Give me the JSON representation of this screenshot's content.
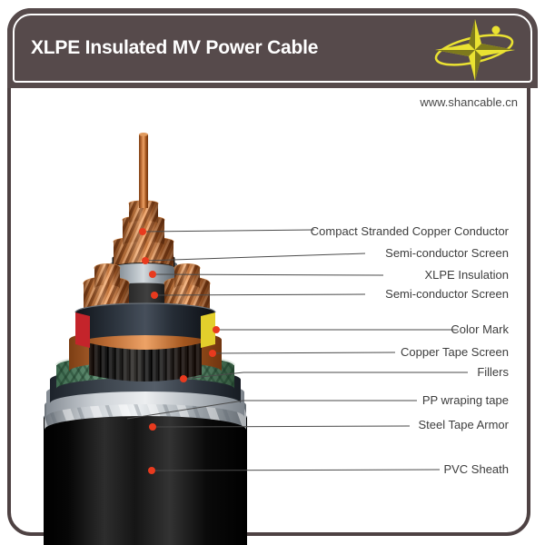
{
  "header": {
    "title": "XLPE Insulated MV Power Cable",
    "logo_icon": "compass-star-logo"
  },
  "site": {
    "url": "www.shancable.cn"
  },
  "cable_labels": [
    {
      "text": "Compact Stranded Copper Conductor"
    },
    {
      "text": "Semi-conductor Screen"
    },
    {
      "text": "XLPE Insulation"
    },
    {
      "text": "Semi-conductor Screen"
    },
    {
      "text": "Color Mark"
    },
    {
      "text": "Copper Tape Screen"
    },
    {
      "text": "Fillers"
    },
    {
      "text": "PP wraping tape"
    },
    {
      "text": "Steel Tape Armor"
    },
    {
      "text": "PVC Sheath"
    }
  ],
  "colors": {
    "header_bg": "#564a4b",
    "frame_border": "#4e4243",
    "logo_yellow": "#eae232",
    "marker_red": "#e83a1e",
    "leader_line": "#4a4a4a",
    "label_text": "#3d3d3d",
    "copper": "#c4763c",
    "color_mark_red": "#c4242b",
    "color_mark_yellow": "#e3cf2c",
    "pvc_black": "#0a0a0a",
    "steel_silver": "#c7ccd1",
    "filler_green": "#6f9d80"
  }
}
